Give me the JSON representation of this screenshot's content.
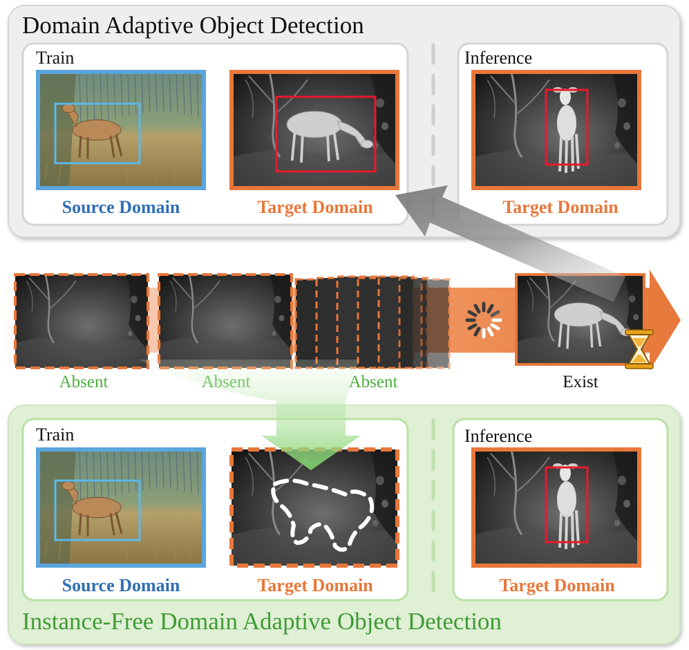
{
  "top_section": {
    "title": "Domain Adaptive Object Detection",
    "train_label": "Train",
    "inference_label": "Inference",
    "source_caption": "Source Domain",
    "target_caption": "Target Domain",
    "inference_caption": "Target Domain"
  },
  "timeline": {
    "statuses": [
      "Absent",
      "Absent",
      "Absent",
      "Exist"
    ],
    "icons": [
      "loading-spinner-icon",
      "hourglass-icon"
    ]
  },
  "bottom_section": {
    "title": "Instance-Free Domain Adaptive Object Detection",
    "train_label": "Train",
    "inference_label": "Inference",
    "source_caption": "Source Domain",
    "target_caption": "Target Domain",
    "inference_caption": "Target Domain"
  },
  "colors": {
    "source_blue": "#5aa5dc",
    "target_orange": "#e8773a",
    "box_red": "#e8192c",
    "absent_green": "#4caf3b",
    "top_panel_bg": "#eeeeee",
    "bottom_panel_bg": "#dff0d4"
  }
}
